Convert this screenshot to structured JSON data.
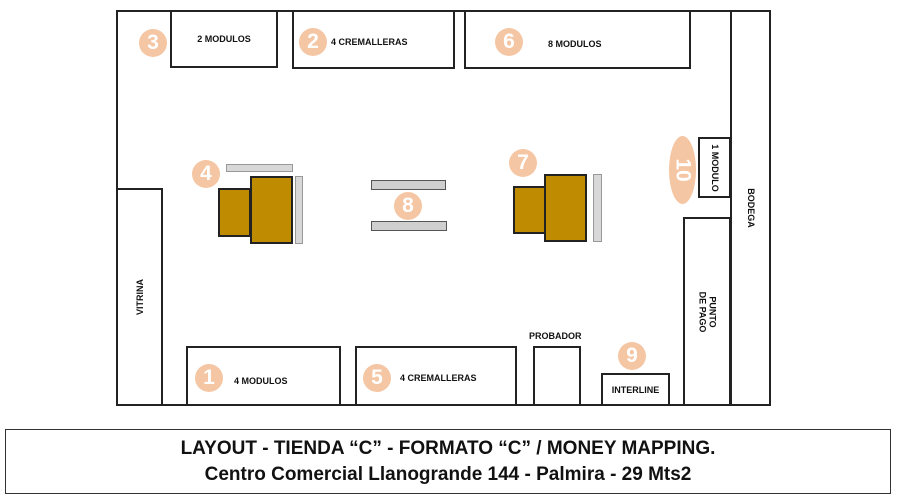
{
  "title_line1": "LAYOUT - TIENDA “C” - FORMATO “C” / MONEY MAPPING.",
  "title_line2": "Centro Comercial Llanogrande 144 - Palmira - 29 Mts2",
  "zones": {
    "z1": {
      "num": "1",
      "label": "4 MODULOS"
    },
    "z2": {
      "num": "2",
      "label": "4 CREMALLERAS"
    },
    "z3": {
      "num": "3",
      "label": "2 MODULOS"
    },
    "z4": {
      "num": "4"
    },
    "z5": {
      "num": "5",
      "label": "4 CREMALLERAS"
    },
    "z6": {
      "num": "6",
      "label": "8 MODULOS"
    },
    "z7": {
      "num": "7"
    },
    "z8": {
      "num": "8"
    },
    "z9": {
      "num": "9",
      "label": "INTERLINE"
    },
    "z10": {
      "num": "10",
      "label": "1 MODULO"
    }
  },
  "areas": {
    "vitrina": "VITRINA",
    "bodega": "BODEGA",
    "punto_line1": "PUNTO",
    "punto_line2": "DE PAGO",
    "probador": "PROBADOR"
  },
  "colors": {
    "marker": "#f5c6a3",
    "table": "#bf8b00"
  }
}
